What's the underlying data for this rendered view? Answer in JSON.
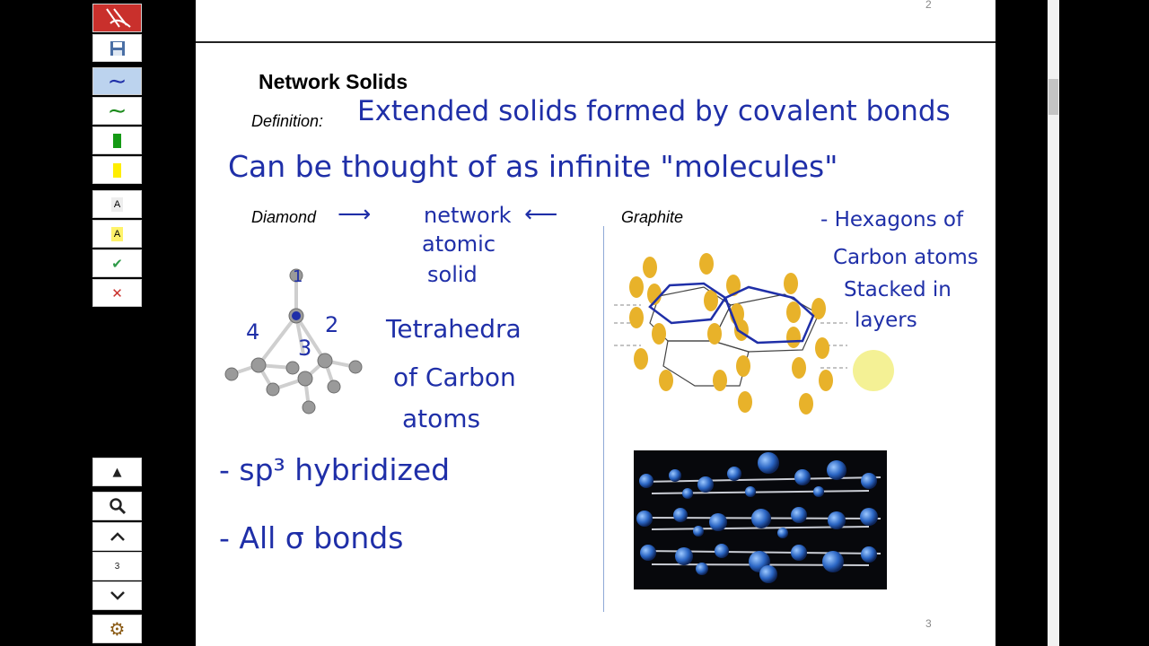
{
  "toolbar": {
    "items": [
      {
        "name": "pen-tool-icon",
        "glyph": ""
      },
      {
        "name": "save-icon",
        "glyph": "💾"
      },
      {
        "name": "blue-pen-icon",
        "glyph": "∼"
      },
      {
        "name": "green-pen-icon",
        "glyph": "∼"
      },
      {
        "name": "green-highlighter-icon",
        "glyph": ""
      },
      {
        "name": "yellow-highlighter-icon",
        "glyph": ""
      },
      {
        "name": "text-tool-icon",
        "glyph": "A"
      },
      {
        "name": "text-highlight-icon",
        "glyph": "A"
      },
      {
        "name": "checkmark-icon",
        "glyph": "✔"
      },
      {
        "name": "delete-x-icon",
        "glyph": "✕"
      }
    ],
    "nav": {
      "up_glyph": "▲",
      "search_glyph": "🔍",
      "prev_glyph": "⌃",
      "page_number": "3",
      "next_glyph": "⌄",
      "settings_glyph": "⚙"
    }
  },
  "page": {
    "prev_page_number": "2",
    "page_number": "3",
    "title": "Network Solids",
    "definition_label": "Definition:",
    "diamond_label": "Diamond",
    "graphite_label": "Graphite"
  },
  "handwriting": {
    "definition_line": "Extended solids formed by covalent bonds",
    "molecules_line": "Can be thought of as infinite \"molecules\"",
    "network_arrow_left": "⟶",
    "network_arrow_right": "⟵",
    "network": "network",
    "atomic": "atomic",
    "solid": "solid",
    "tetrahedra": "Tetrahedra",
    "of_carbon": "of Carbon",
    "atoms": "atoms",
    "sp3": "- sp³ hybridized",
    "sigma": "- All σ bonds",
    "hexagons": "- Hexagons of",
    "carbon_atoms": "Carbon atoms",
    "stacked": "Stacked in",
    "layers": "layers",
    "num_1": "1",
    "num_2": "2",
    "num_3": "3",
    "num_4": "4"
  },
  "colors": {
    "ink": "#1f2fa8",
    "orbital": "#e8b22a",
    "atom_grey": "#9a9a9a",
    "laser": "#f3ef8a"
  }
}
